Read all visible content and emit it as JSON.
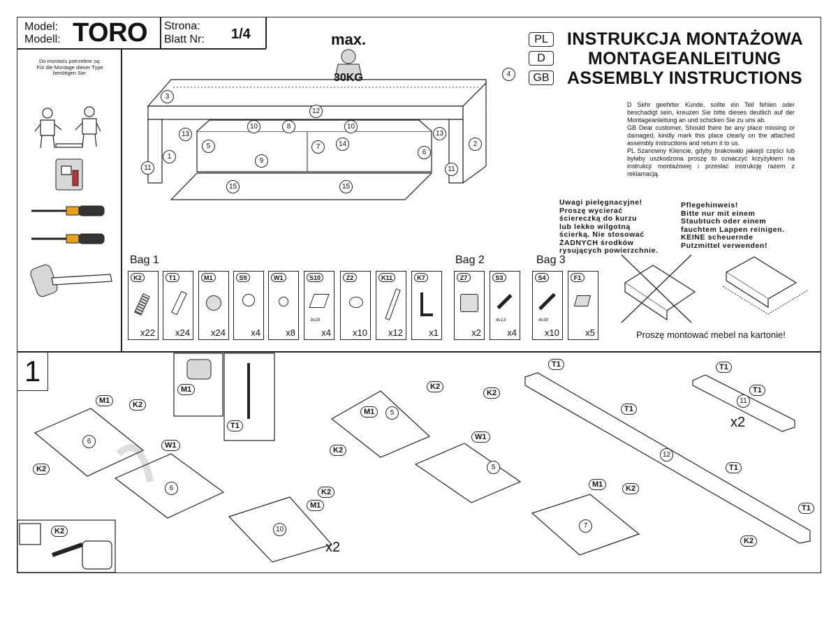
{
  "header": {
    "model_label_pl": "Model:",
    "model_label_de": "Modell:",
    "model_name": "TORO",
    "page_label_pl": "Strona:",
    "page_label_de": "Blatt Nr:",
    "page_number": "1/4"
  },
  "weight": {
    "label": "max.",
    "value": "30KG"
  },
  "languages": [
    {
      "code": "PL",
      "title": "INSTRUKCJA MONTAŻOWA"
    },
    {
      "code": "D",
      "title": "MONTAGEANLEITUNG"
    },
    {
      "code": "GB",
      "title": "ASSEMBLY INSTRUCTIONS"
    }
  ],
  "tools_note": {
    "pl": "Do montażu potrzebne są:",
    "de": "Für die Montage dieser Type benötigen Sie:"
  },
  "tools": [
    "two-people-icon",
    "drill-icon",
    "flat-screwdriver-icon",
    "phillips-screwdriver-icon",
    "rubber-mallet-icon"
  ],
  "notice": {
    "de": "D Sehr geehrter Kunde, sollte ein Teil fehlen oder beschadigt sein, kreuzen Sie bitte dieses deutlich auf der Montageanleitung an und schicken Sie zu uns ab.",
    "gb": "GB Dear customer, Should there be any place missing or damaged, kindly mark this place clearly on the attached assembly instructions and return it to us.",
    "pl": "PL Szanowny Kliencie, gdyby brakowało jakiejś części lub byłaby uszkodzona proszę to oznaczyć krzyżykiem na instrukcji montażowej i przesłać instrukcję razem z reklamacją."
  },
  "care": {
    "pl": [
      "Uwagi pielęgnacyjne!",
      "Proszę wycierać",
      "ściereczką do kurzu",
      "lub lekko wilgotną",
      "ścierką. Nie stosować",
      "ŻADNYCH środków",
      "rysujących powierzchnie."
    ],
    "de": [
      "Pflegehinweis!",
      "Bitte nur mit einem",
      "Staubtuch oder einem",
      "fauchtem Lappen reinigen.",
      "KEINE scheuernde",
      "Putzmittel verwenden!"
    ]
  },
  "cardboard_note": "Proszę montować mebel na kartonie!",
  "furniture_labels": [
    "1",
    "2",
    "3",
    "4",
    "5",
    "6",
    "7",
    "8",
    "9",
    "10",
    "10",
    "11",
    "11",
    "12",
    "13",
    "13",
    "14",
    "15",
    "15"
  ],
  "bags": [
    {
      "name": "Bag 1",
      "parts": [
        {
          "code": "K2",
          "qty": "x22",
          "sub": ""
        },
        {
          "code": "T1",
          "qty": "x24",
          "sub": ""
        },
        {
          "code": "M1",
          "qty": "x24",
          "sub": ""
        },
        {
          "code": "S9",
          "qty": "x4",
          "sub": ""
        },
        {
          "code": "W1",
          "qty": "x8",
          "sub": ""
        },
        {
          "code": "S10",
          "qty": "x4",
          "sub": "3x18"
        },
        {
          "code": "Z2",
          "qty": "x10",
          "sub": ""
        },
        {
          "code": "K11",
          "qty": "x12",
          "sub": ""
        },
        {
          "code": "K7",
          "qty": "x1",
          "sub": ""
        }
      ]
    },
    {
      "name": "Bag 2",
      "parts": [
        {
          "code": "Z7",
          "qty": "x2",
          "sub": ""
        },
        {
          "code": "S3",
          "qty": "x4",
          "sub": "4x13"
        }
      ]
    },
    {
      "name": "Bag 3",
      "parts": [
        {
          "code": "S4",
          "qty": "x10",
          "sub": "4x30"
        },
        {
          "code": "F1",
          "qty": "x5",
          "sub": ""
        }
      ]
    }
  ],
  "step": {
    "number": "1",
    "multiplier_a": "x2",
    "multiplier_b": "x2",
    "panels": [
      "6",
      "6",
      "5",
      "5",
      "10",
      "11",
      "12",
      "7"
    ],
    "callouts": [
      "M1",
      "K2",
      "K2",
      "W1",
      "M1",
      "T1",
      "M1",
      "K2",
      "K2",
      "W1",
      "K2",
      "M1",
      "T1",
      "K2",
      "T1",
      "T1",
      "T1",
      "T1",
      "M1",
      "K2",
      "T1",
      "K2",
      "K2"
    ]
  }
}
